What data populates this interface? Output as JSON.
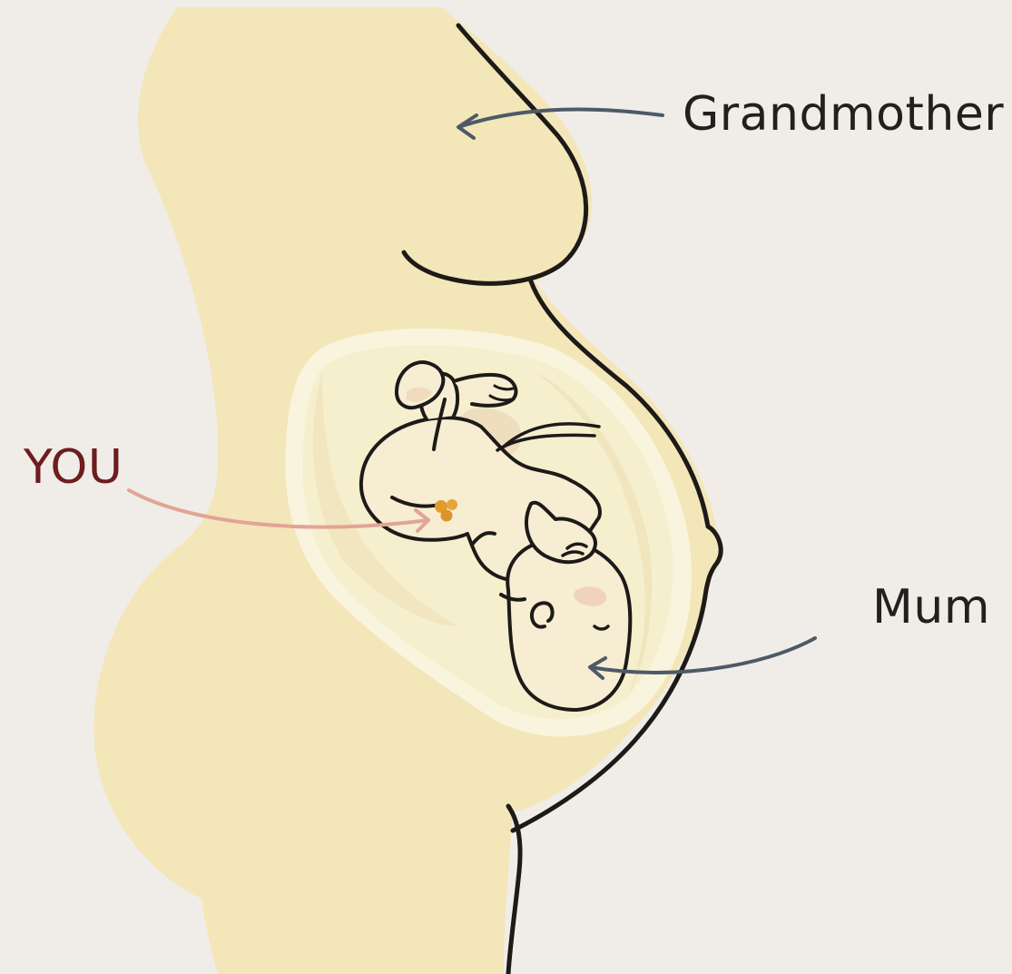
{
  "labels": {
    "grandmother": "Grandmother",
    "mum": "Mum",
    "you": "YOU"
  },
  "colors": {
    "background": "#f0ede8",
    "body_fill": "#f3e6b8",
    "amniotic_sac": "#f6efce",
    "sac_rim": "#f9f4dd",
    "baby_skin": "#f6edd2",
    "baby_shade": "#ecd7b8",
    "outline": "#1d1a18",
    "grandmother_arrow": "#4d5a66",
    "mum_arrow": "#4d5a66",
    "you_arrow": "#e2a495",
    "egg_cells": "#e39a2c",
    "grandmother_text": "#231f1c",
    "mum_text": "#231f1c",
    "you_text": "#6e1c1e"
  }
}
